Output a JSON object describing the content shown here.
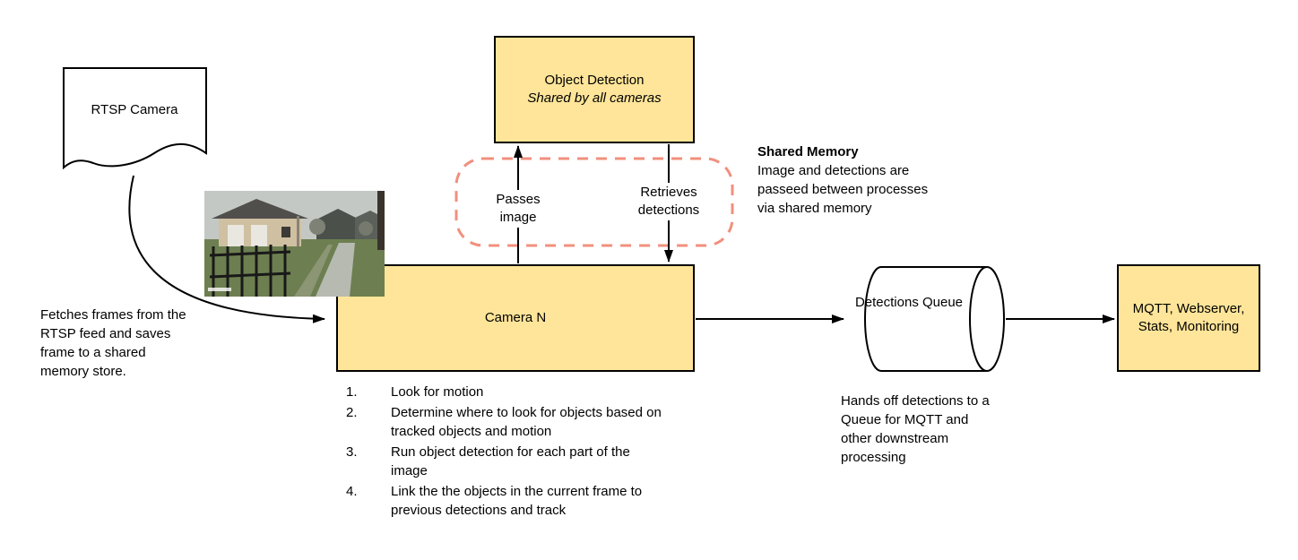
{
  "diagram": {
    "rtsp_camera": {
      "label": "RTSP Camera"
    },
    "object_detection": {
      "title": "Object Detection",
      "subtitle": "Shared by all cameras"
    },
    "camera_n": {
      "label": "Camera N"
    },
    "detections_queue": {
      "label": "Detections Queue"
    },
    "outputs": {
      "label": "MQTT, Webserver, Stats, Monitoring"
    },
    "edges": {
      "passes_image": "Passes image",
      "retrieves_detections": "Retrieves detections"
    },
    "shared_memory": {
      "title": "Shared Memory",
      "body": "Image and detections are passeed between processes via shared memory"
    },
    "notes": {
      "fetch": "Fetches frames from the RTSP feed and saves frame to a shared memory store.",
      "handoff": "Hands off detections to a Queue for MQTT and other downstream processing"
    },
    "camera_steps": [
      "Look for motion",
      "Determine where to look for objects based on tracked objects and motion",
      "Run object detection for each part of the image",
      "Link the the objects in the current frame to previous detections and track"
    ],
    "colors": {
      "node_fill": "#ffe599",
      "node_border": "#000000",
      "shared_memory_outline": "#f0907e",
      "arrow": "#000000"
    }
  }
}
